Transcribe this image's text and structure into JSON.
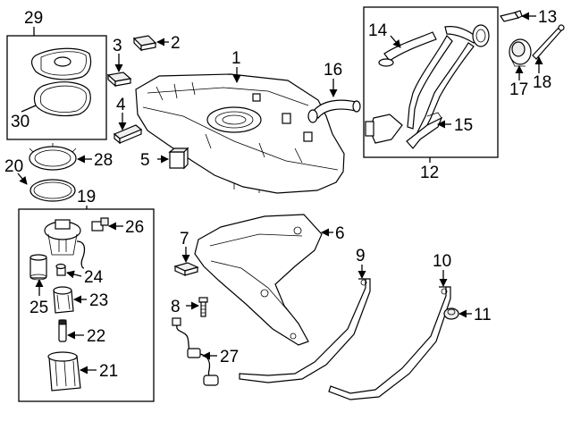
{
  "callouts": {
    "n1": "1",
    "n2": "2",
    "n3": "3",
    "n4": "4",
    "n5": "5",
    "n6": "6",
    "n7": "7",
    "n8": "8",
    "n9": "9",
    "n10": "10",
    "n11": "11",
    "n12": "12",
    "n13": "13",
    "n14": "14",
    "n15": "15",
    "n16": "16",
    "n17": "17",
    "n18": "18",
    "n19": "19",
    "n20": "20",
    "n21": "21",
    "n22": "22",
    "n23": "23",
    "n24": "24",
    "n25": "25",
    "n26": "26",
    "n27": "27",
    "n28": "28",
    "n29": "29",
    "n30": "30"
  }
}
